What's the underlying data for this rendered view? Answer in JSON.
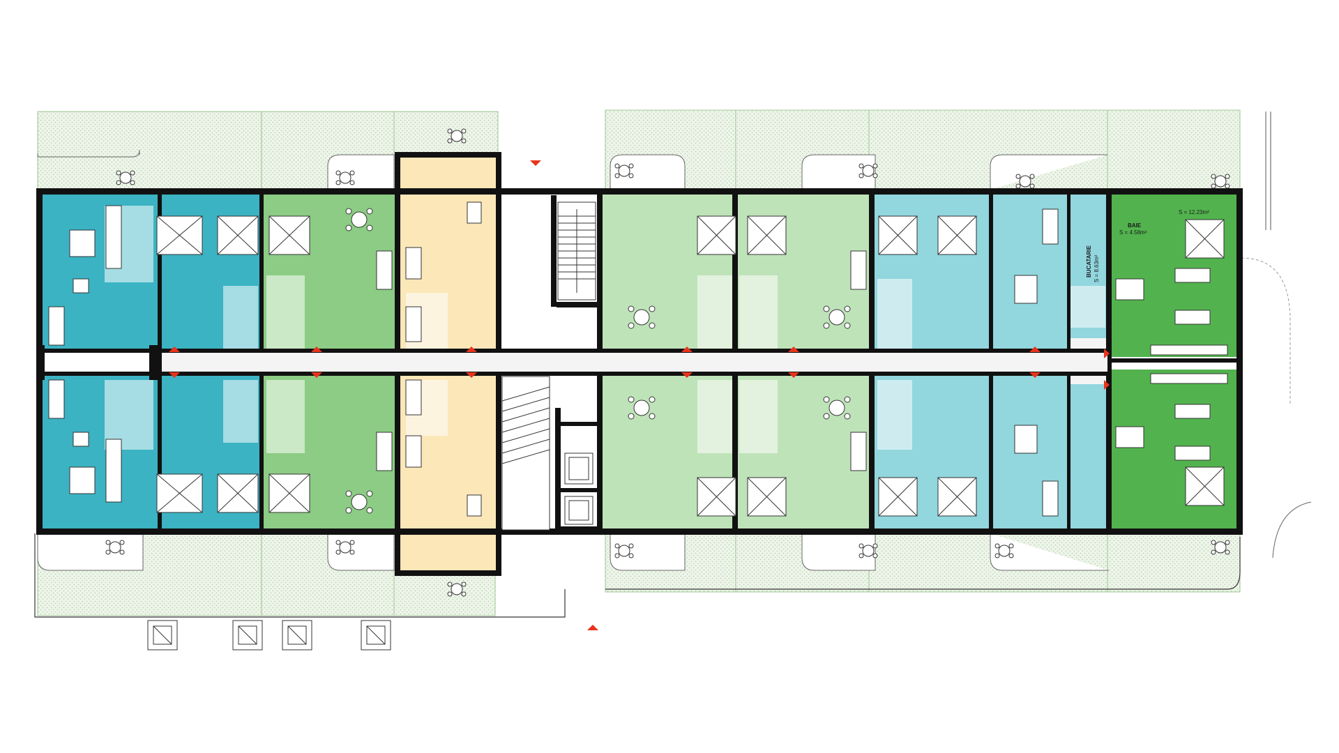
{
  "colors": {
    "background": "#ffffff",
    "wall": "#111111",
    "corridor": "#f4f4f4",
    "garden": "#eef5ea",
    "garden_dot": "#bcd3b4",
    "garden_line": "#78b06a",
    "teal": "#3bb3c3",
    "green_mid": "#8ccc84",
    "yellow": "#fbe7b8",
    "green_light": "#bfe3b9",
    "blue_light": "#92d6de",
    "green_dark": "#52b34e",
    "entry_marker": "#e8341c",
    "fixture": "#ffffff",
    "fixture_line": "#333333"
  },
  "icons": {
    "entry_marker": "red-triangle-icon",
    "table": "round-table-icon",
    "bed": "double-bed-icon",
    "stair": "stair-icon",
    "elevator": "elevator-icon",
    "shaft": "ventilation-shaft-icon"
  },
  "labels": {
    "bucatarie_name": "BUCATARIE",
    "bucatarie_area": "S = 8.63m²",
    "baie_name": "BAIE",
    "baie_area": "S = 4.58m²",
    "room_area": "S = 12.23m²"
  }
}
